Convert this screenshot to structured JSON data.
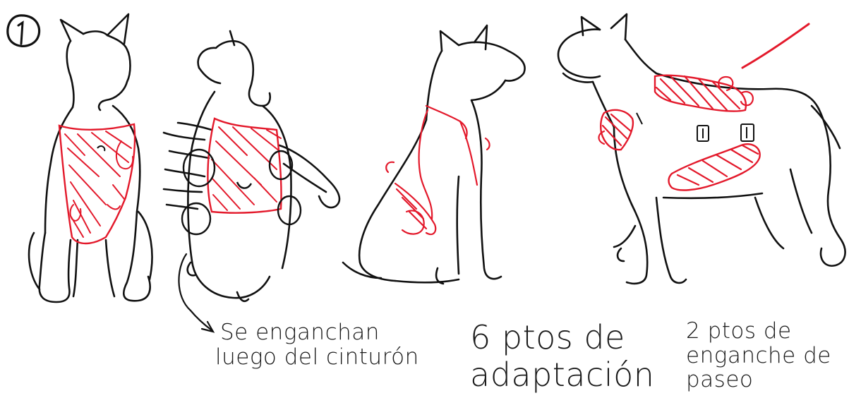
{
  "step": {
    "number": "1"
  },
  "captions": {
    "hooks": {
      "line1": "Se enganchan",
      "line2": "luego del cinturón"
    },
    "adaptation": {
      "line1": "6 ptos de",
      "line2": "adaptación"
    },
    "walk": {
      "line1": "2 ptos de",
      "line2": "enganche de",
      "line3": "paseo"
    }
  },
  "colors": {
    "ink": "#111111",
    "harness": "#e3192b",
    "background": "#ffffff"
  },
  "figures": [
    "dog-front-view",
    "dog-chest-closeup",
    "dog-side-seated",
    "dog-standing-side"
  ]
}
